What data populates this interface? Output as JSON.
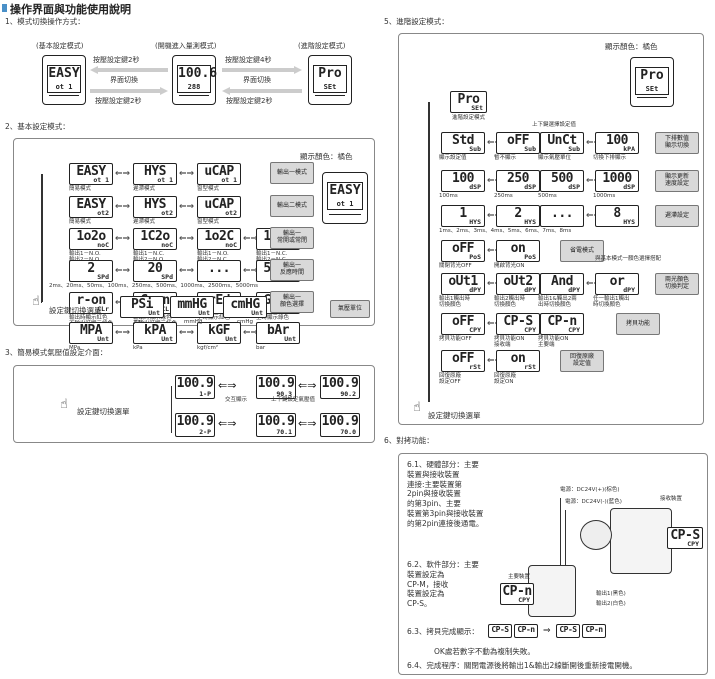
{
  "title": "操作界面與功能使用說明",
  "s1": {
    "heading": "1、模式切換操作方式：",
    "mode_basic": "(基本設定模式)",
    "mode_boot": "(開機進入量測模式)",
    "mode_adv": "(進階設定模式)",
    "arrow1": "按壓設定鍵2秒",
    "arrow2": "界面切換",
    "arrow3": "按壓設定鍵2秒",
    "arrow4": "按壓設定鍵4秒",
    "arrow5": "界面切換",
    "arrow6": "按壓設定鍵2秒",
    "d1_top": "EASY",
    "d1_bot": "ot 1",
    "d2_top": "100.6",
    "d2_bot": "288",
    "d3_top": "Pro",
    "d3_bot": "SEt"
  },
  "s2": {
    "heading": "2、基本設定模式：",
    "display_color": "顯示顏色：橘色",
    "r1": {
      "d": [
        "EASY",
        "HYS",
        "uCAP"
      ],
      "b": [
        "ot 1",
        "ot 1",
        "ot 1"
      ],
      "l": [
        "簡易模式",
        "遲滯模式",
        "窗型模式"
      ],
      "btn": "輸出一模式"
    },
    "r2": {
      "d": [
        "EASY",
        "HYS",
        "uCAP"
      ],
      "b": [
        "ot2",
        "ot2",
        "ot2"
      ],
      "l": [
        "簡易模式",
        "遲滯模式",
        "窗型模式"
      ],
      "btn": "輸出二模式"
    },
    "r3": {
      "d": [
        "1o2o",
        "1C2o",
        "1o2C",
        "1C2C"
      ],
      "b": [
        "noC",
        "noC",
        "noC",
        "noC"
      ],
      "l": [
        "輸出1－N.O.\n輸出2－N.O.",
        "輸出1－N.C.\n輸出2－N.O.",
        "輸出1－N.O.\n輸出2－N.C.",
        "輸出1－N.C.\n輸出2－N.C."
      ],
      "btn": "輸出一\n常開或常閉"
    },
    "r4": {
      "d": [
        "2",
        "20",
        "...",
        "5000"
      ],
      "b": [
        "SPd",
        "SPd",
        "",
        "SPd"
      ],
      "l": "2ms、20ms、50ms、100ms、250ms、500ms、1000ms、2500ms、5000ms",
      "btn": "輸出一\n反應時間"
    },
    "r5": {
      "d": [
        "r-on",
        "G-on",
        "rEd",
        "GrEn"
      ],
      "b": [
        "CLr",
        "CLr",
        "CLr",
        "CLr"
      ],
      "l": [
        "輸出時顯示紅色\n不輸出時顯示綠色",
        "輸出時顯示綠色\n不輸出時顯示紅色",
        "全時顯示紅色",
        "全時顯示綠色"
      ],
      "btn": "輸出一\n顏色選擇"
    },
    "r6": {
      "d": [
        "MPA",
        "kPA",
        "kGF",
        "bAr"
      ],
      "b": [
        "Unt",
        "Unt",
        "Unt",
        "Unt"
      ],
      "l": [
        "MPa",
        "kPa",
        "kgf/cm²",
        "bar"
      ]
    },
    "r7": {
      "d": [
        "PSi",
        "mmHG",
        "cmHG"
      ],
      "b": [
        "Unt",
        "Unt",
        "Unt"
      ],
      "l": [
        "psi",
        "mmHg",
        "cmHg"
      ],
      "btn": "氣壓單位"
    },
    "menu": "設定鍵切換選單",
    "dev_top": "EASY",
    "dev_bot": "ot 1"
  },
  "s3": {
    "heading": "3、簡易模式氣壓值設定介面：",
    "a_top": "100.9",
    "a_bot": "1-P",
    "b_top": "100.9",
    "b_bot": "90.3",
    "c_top": "100.9",
    "c_bot": "90.2",
    "d_top": "100.9",
    "d_bot": "2-P",
    "e_top": "100.9",
    "e_bot": "70.1",
    "f_top": "100.9",
    "f_bot": "70.0",
    "alt": "交互顯示",
    "updown": "上下鍵設定氣壓值",
    "menu": "設定鍵切換選單"
  },
  "s5": {
    "heading": "5、進階設定模式：",
    "display_color": "顯示顏色：橘色",
    "dev_top": "Pro",
    "dev_bot": "SEt",
    "pro_top": "Pro",
    "pro_bot": "SEt",
    "pro_label": "進階設定模式",
    "r1": {
      "d": [
        "Std",
        "oFF",
        "UnCt",
        "100"
      ],
      "b": [
        "Sub",
        "Sub",
        "Sub",
        "kPA"
      ],
      "l": [
        "顯示設定值",
        "暫不顯示",
        "顯示氣壓單位",
        "切換下排顯示"
      ],
      "above": "上下鍵選擇設定值",
      "btn": "下排數值\n顯示切換"
    },
    "r2": {
      "d": [
        "100",
        "250",
        "500",
        "1000"
      ],
      "b": [
        "dSP",
        "dSP",
        "dSP",
        "dSP"
      ],
      "l": [
        "100ms",
        "250ms",
        "500ms",
        "1000ms"
      ],
      "btn": "顯示更新\n速度設定"
    },
    "r3": {
      "d": [
        "1",
        "2",
        "...",
        "8"
      ],
      "b": [
        "HYS",
        "HYS",
        "",
        "HYS"
      ],
      "l": "1ms、2ms、3ms、4ms、5ms、6ms、7ms、8ms",
      "btn": "遲滯設定"
    },
    "r4": {
      "d": [
        "oFF",
        "on"
      ],
      "b": [
        "PoS",
        "PoS"
      ],
      "l": [
        "關閉背光OFF",
        "開啟背光ON"
      ],
      "btn": "省電模式"
    },
    "r5": {
      "d": [
        "oUt1",
        "oUt2",
        "And",
        "or"
      ],
      "b": [
        "dPY",
        "dPY",
        "dPY",
        "dPY"
      ],
      "l": [
        "輸出1觸出時\n切換顏色",
        "輸出2觸出時\n切換顏色",
        "輸出1&觸出2兩\n出時切換顏色",
        "任一輸出1觸出\n時切換顏色"
      ],
      "note": "與基本模式一顏色選擇搭配",
      "btn": "兩光顏色\n切換判定"
    },
    "r6": {
      "d": [
        "oFF",
        "CP-S",
        "CP-n"
      ],
      "b": [
        "CPY",
        "CPY",
        "CPY"
      ],
      "l": [
        "拷貝功能OFF",
        "拷貝功能ON\n接收端",
        "拷貝功能ON\n主要端"
      ],
      "btn": "拷貝功能"
    },
    "r7": {
      "d": [
        "oFF",
        "on"
      ],
      "b": [
        "rSt",
        "rSt"
      ],
      "l": [
        "回復原廠\n設定OFF",
        "回復原廠\n設定ON"
      ],
      "btn": "回復原廠\n設定值"
    },
    "menu": "設定鍵切換選單"
  },
  "s6": {
    "heading": "6、對拷功能：",
    "p61": "6.1、硬體部分：主要\n裝置與接收裝置\n連接:主要裝置第\n2pin與接收裝置\n的第3pin、主要\n裝置第3pin與接收裝置\n的第2pin連接後通電。",
    "p62": "6.2、軟件部分：主要\n裝置設定為\nCP-M，接收\n裝置設定為\nCP-S。",
    "p63": "6.3、拷貝完成顯示：",
    "ok": "OK處若數字不動為複制失敗。",
    "p64": "6.4、完成程序：關閉電源後將輸出1&輸出2線斷開後重新接電開機。",
    "pw1": "電源：DC24V(+)(棕色)",
    "pw2": "電源：DC24V(-)(藍色)",
    "o1": "輸出1(黑色)",
    "o2": "輸出2(白色)",
    "recv": "接收裝置",
    "main": "主要裝置",
    "cpn_top": "CP-n",
    "cpn_bot": "CPY",
    "cps_top": "CP-S",
    "cps_bot": "CPY",
    "c1": "CP-S",
    "c2": "CP-n",
    "c3": "CP-S",
    "c4": "CP-n"
  }
}
